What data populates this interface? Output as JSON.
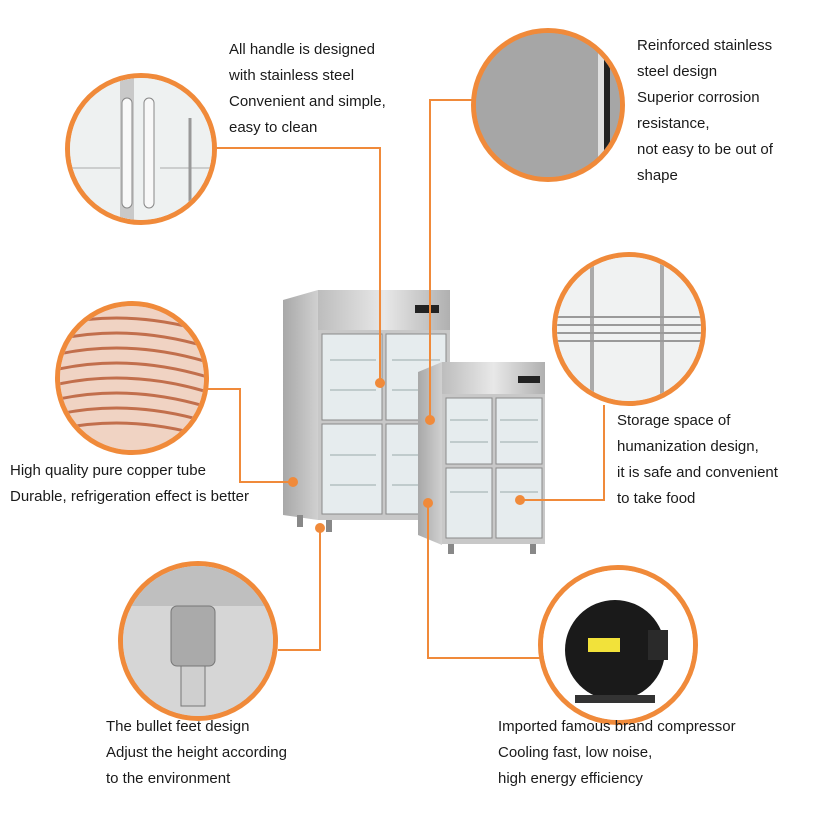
{
  "features": {
    "handle": {
      "lines": [
        "All  handle is designed",
        "with stainless steel",
        "Convenient and simple,",
        "easy to clean"
      ],
      "icon": "door-handle-closeup"
    },
    "stainless": {
      "lines": [
        "Reinforced stainless",
        "steel design",
        "Superior corrosion",
        "resistance,",
        "not easy to be out of",
        "shape"
      ],
      "icon": "steel-panel-closeup"
    },
    "copper": {
      "lines": [
        "High quality pure copper tube",
        "Durable, refrigeration effect is better"
      ],
      "icon": "copper-coil-closeup"
    },
    "storage": {
      "lines": [
        "Storage space of",
        "humanization design,",
        "it is safe and convenient",
        "to take food"
      ],
      "icon": "wire-shelf-closeup"
    },
    "feet": {
      "lines": [
        "The bullet feet design",
        "Adjust the height according",
        "to the  environment"
      ],
      "icon": "bullet-foot-closeup"
    },
    "compressor": {
      "lines": [
        "Imported famous brand compressor",
        "Cooling fast, low noise,",
        "high energy efficiency"
      ],
      "icon": "compressor-closeup"
    }
  },
  "colors": {
    "accent": "#f08a3a",
    "steel_light": "#d9d9d9",
    "steel_dark": "#9a9a9a",
    "copper": "#c97a5a",
    "compressor_body": "#1a1a1a",
    "label_yellow": "#f2e23a"
  }
}
